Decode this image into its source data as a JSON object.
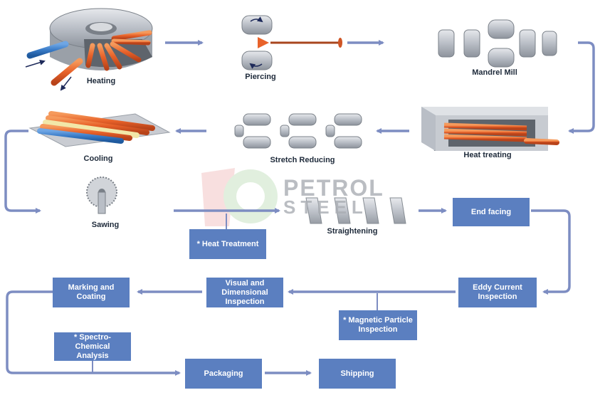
{
  "colors": {
    "flow": "#7d8dc2",
    "box": "#5b7fc0",
    "pipe_orange": "#e8622a",
    "pipe_blue": "#3a7cc8",
    "pipe_cream": "#f2e7a8",
    "machine": "#b7bcc4"
  },
  "stages": {
    "heating": "Heating",
    "piercing": "Piercing",
    "mandrel_mill": "Mandrel Mill",
    "heat_treating": "Heat treating",
    "stretch_reducing": "Stretch Reducing",
    "cooling": "Cooling",
    "sawing": "Sawing",
    "straightening": "Straightening"
  },
  "boxes": {
    "end_facing": "End facing",
    "heat_treatment": "* Heat Treatment",
    "eddy_current": [
      "Eddy Current",
      "Inspection"
    ],
    "visual_dimensional": [
      "Visual and",
      "Dimensional",
      "Inspection"
    ],
    "marking_coating": [
      "Marking and",
      "Coating"
    ],
    "magnetic_particle": [
      "* Magnetic Particle",
      "Inspection"
    ],
    "spectro_chemical": [
      "* Spectro-Chemical",
      "Analysis"
    ],
    "packaging": "Packaging",
    "shipping": "Shipping"
  },
  "watermark": {
    "line1": "PETROL",
    "line2": "STEEL"
  }
}
